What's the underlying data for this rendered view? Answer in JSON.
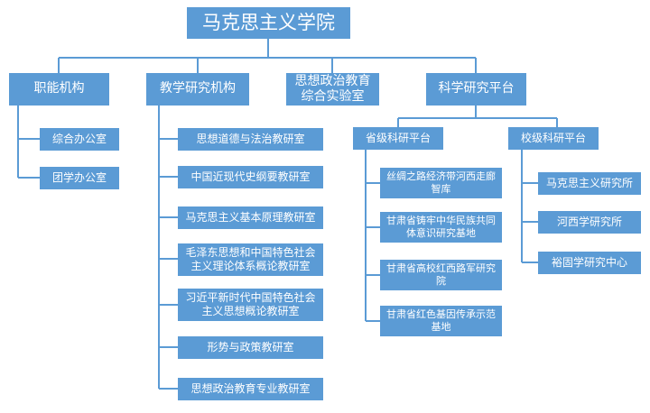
{
  "colors": {
    "box_fill": "#5b9bd5",
    "box_text": "#ffffff",
    "connector": "#5b9bd5",
    "background": "#ffffff"
  },
  "root": {
    "label": "马克思主义学院"
  },
  "units": {
    "functional": {
      "label": "职能机构",
      "children": [
        "综合办公室",
        "团学办公室"
      ]
    },
    "teaching": {
      "label": "教学研究机构",
      "children": [
        "思想道德与法治教研室",
        "中国近现代史纲要教研室",
        "马克思主义基本原理教研室",
        "毛泽东思想和中国特色社会主义理论体系概论教研室",
        "习近平新时代中国特色社会主义思想概论教研室",
        "形势与政策教研室",
        "思想政治教育专业教研室"
      ]
    },
    "lab": {
      "label": "思想政治教育综合实验室"
    },
    "research": {
      "label": "科学研究平台",
      "provincial": {
        "label": "省级科研平台",
        "children": [
          "丝绸之路经济带河西走廊智库",
          "甘肃省铸牢中华民族共同体意识研究基地",
          "甘肃省高校红西路军研究院",
          "甘肃省红色基因传承示范基地"
        ]
      },
      "school": {
        "label": "校级科研平台",
        "children": [
          "马克思主义研究所",
          "河西学研究所",
          "裕固学研究中心"
        ]
      }
    }
  }
}
